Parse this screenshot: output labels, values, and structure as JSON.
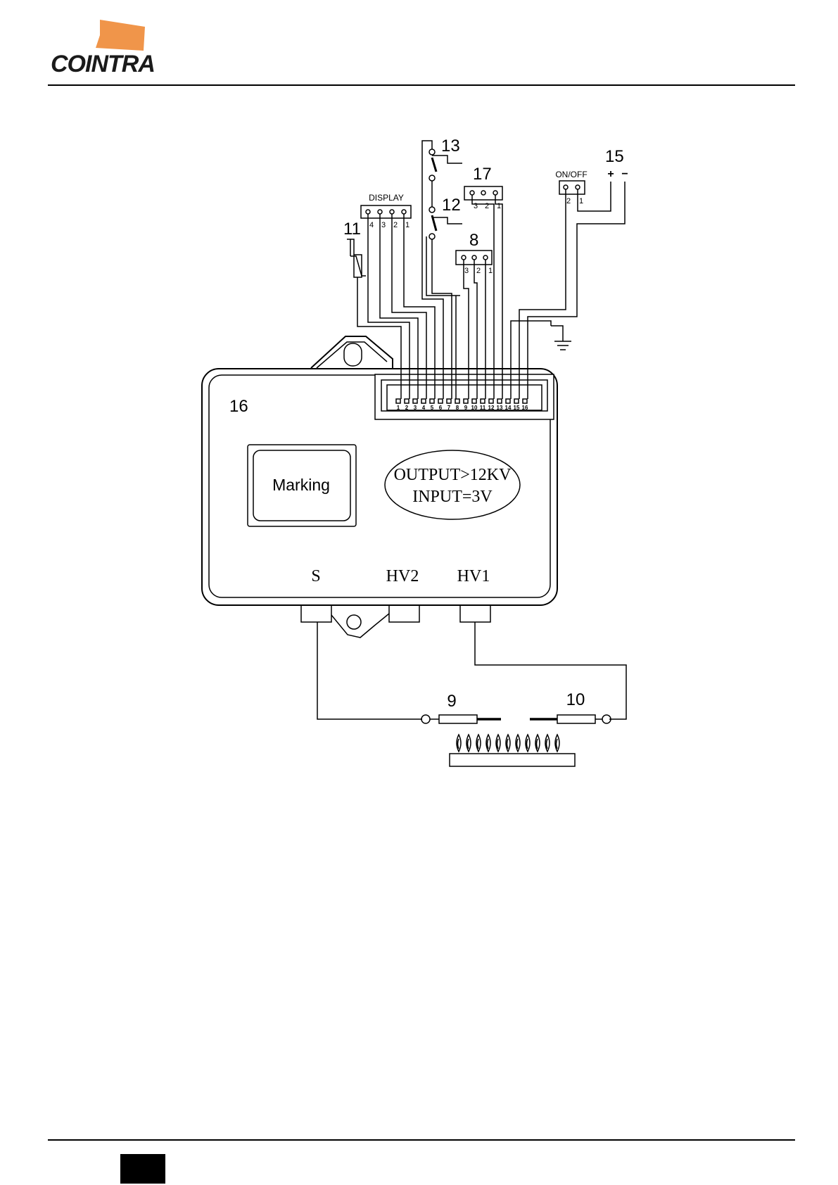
{
  "header": {
    "brand": "COINTRA"
  },
  "diagram": {
    "components": {
      "display": {
        "number": "",
        "label": "DISPLAY",
        "pins": [
          "4",
          "3",
          "2",
          "1"
        ]
      },
      "sensor_11": {
        "number": "11"
      },
      "switch_13": {
        "number": "13"
      },
      "switch_12": {
        "number": "12"
      },
      "connector_17": {
        "number": "17",
        "pins": [
          "3",
          "2",
          "1"
        ]
      },
      "connector_8": {
        "number": "8",
        "pins": [
          "3",
          "2",
          "1"
        ]
      },
      "onoff": {
        "label": "ON/OFF",
        "pins": [
          "2",
          "1"
        ]
      },
      "power_15": {
        "number": "15",
        "plus": "+",
        "minus": "−"
      },
      "module_16": {
        "number": "16",
        "marking": "Marking",
        "output": "OUTPUT>12KV",
        "input": "INPUT=3V",
        "terminals": [
          "S",
          "HV2",
          "HV1"
        ],
        "pins": [
          "1",
          "2",
          "3",
          "4",
          "5",
          "6",
          "7",
          "8",
          "9",
          "10",
          "11",
          "12",
          "13",
          "14",
          "15",
          "16"
        ]
      },
      "electrode_9": {
        "number": "9"
      },
      "electrode_10": {
        "number": "10"
      }
    }
  },
  "colors": {
    "logo_orange": "#F0954A",
    "line": "#000000"
  }
}
